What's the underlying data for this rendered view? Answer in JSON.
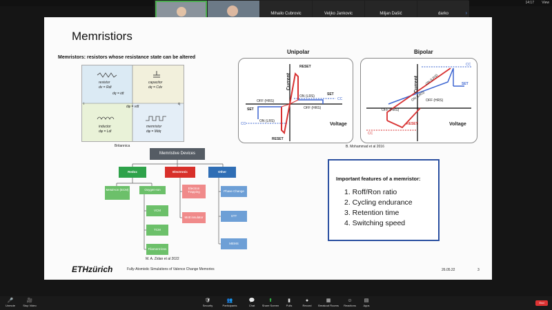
{
  "topbar": {
    "clock": "14:17",
    "view_label": "View"
  },
  "participants": [
    {
      "name": "",
      "video": true,
      "active": true
    },
    {
      "name": "",
      "video": true,
      "active": false
    },
    {
      "name": "Mihailo Cubrovic",
      "video": false,
      "active": false
    },
    {
      "name": "Veljko Jankovic",
      "video": false,
      "active": false
    },
    {
      "name": "Miljan Dašić",
      "video": false,
      "active": false
    },
    {
      "name": "darko",
      "video": false,
      "active": false
    }
  ],
  "slide": {
    "title": "Memristiors",
    "subtitle": "Memristors: resistors whose resistance state can be altered",
    "britannica": {
      "caption": "Britannica",
      "quadrants": [
        {
          "name": "resistor",
          "eq": "dv = Rdi"
        },
        {
          "name": "capacitor",
          "eq": "dq = Cdv"
        },
        {
          "name": "inductor",
          "eq": "dφ = Ldi"
        },
        {
          "name": "memristor",
          "eq": "dφ = Mdq"
        }
      ],
      "center_eq": "dφ = vdt",
      "left_eq": "dq = idt",
      "labels": {
        "i": "i",
        "q": "q"
      }
    },
    "unipolar": {
      "title": "Unipolar",
      "labels": {
        "current": "Current",
        "voltage": "Voltage",
        "reset_top": "RESET",
        "reset_bottom": "RESET",
        "set_right": "SET",
        "set_left": "SET",
        "on_top": "ON (LRS)",
        "off_bottom": "OFF (HRS)",
        "off_left": "OFF (HRS)",
        "on_left": "ON (LRS)",
        "cc_right": "CC",
        "cc_left": "CC"
      }
    },
    "bipolar": {
      "title": "Bipolar",
      "labels": {
        "current": "Current",
        "voltage": "Voltage",
        "on_upper": "ON (LRS)",
        "on_lower": "ON (LRS)",
        "off_upper": "OFF (HRS)",
        "off_lower": "OFF (HRS)",
        "set": "SET",
        "reset": "RESET",
        "cc_top": "CC",
        "cc_bottom": "CC"
      }
    },
    "figure_caption": "B. Mohammad et al 2016",
    "tree": {
      "root": "Memristive Devices",
      "categories": [
        {
          "label": "Redox",
          "color": "#2ea24a"
        },
        {
          "label": "Electronic",
          "color": "#d8302a"
        },
        {
          "label": "Other",
          "color": "#2f6eb5"
        }
      ],
      "redox_children": [
        "Metal-Ion (ECM)",
        "Oxygen-Ion"
      ],
      "oxygen_children": [
        "VCM",
        "TCM",
        "Filament-less"
      ],
      "electronic_children": [
        "Electron Trapping",
        "Mott insulator"
      ],
      "other_children": [
        "Phase Change",
        "STT",
        "MEMS"
      ],
      "caption": "M. A. Zidan et al 2022"
    },
    "features": {
      "heading": "Important features of a memristor:",
      "items": [
        "1. Roff/Ron ratio",
        "2. Cycling endurance",
        "3. Retention time",
        "4. Switching speed"
      ]
    },
    "footer": {
      "logo": "ETHzürich",
      "text": "Fully-Atomistic Simulations of Valence Change Memories",
      "date": "26.05.22",
      "page": "3"
    }
  },
  "toolbar": {
    "left": [
      {
        "icon": "🎤",
        "label": "Unmute"
      },
      {
        "icon": "🎥",
        "label": "Stop Video"
      }
    ],
    "center": [
      {
        "icon": "🛡",
        "label": "Security"
      },
      {
        "icon": "👥",
        "label": "Participants"
      },
      {
        "icon": "💬",
        "label": "Chat"
      },
      {
        "icon": "⬆",
        "label": "Share Screen"
      },
      {
        "icon": "▮",
        "label": "Polls"
      },
      {
        "icon": "●",
        "label": "Record"
      },
      {
        "icon": "▦",
        "label": "Breakout Rooms"
      },
      {
        "icon": "☺",
        "label": "Reactions"
      },
      {
        "icon": "▤",
        "label": "Apps"
      }
    ],
    "end_label": "End"
  }
}
